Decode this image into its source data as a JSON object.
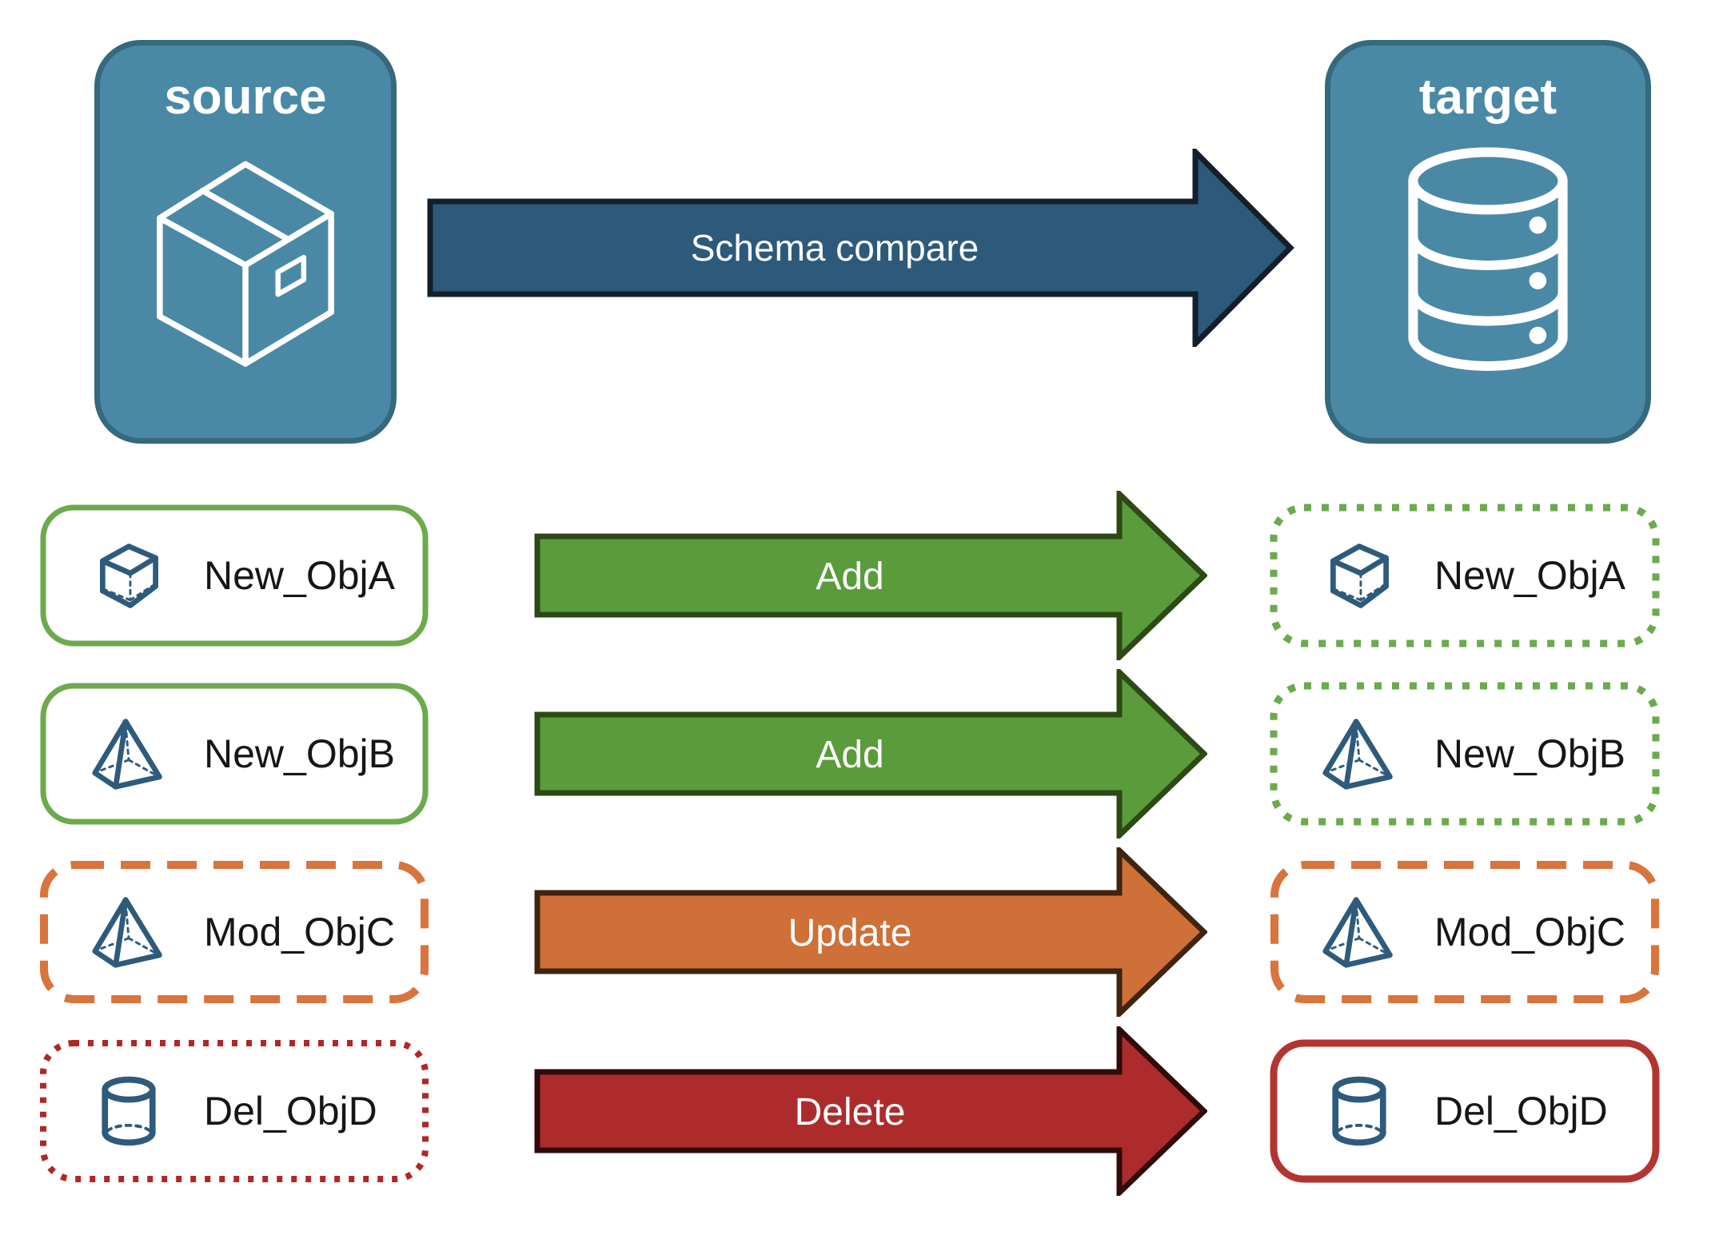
{
  "source_node": {
    "label": "source",
    "icon": "package-icon",
    "fill": "#4A89A6",
    "border": "#35697E"
  },
  "target_node": {
    "label": "target",
    "icon": "database-icon",
    "fill": "#4A89A6",
    "border": "#35697E"
  },
  "compare_arrow": {
    "label": "Schema compare",
    "fill": "#2D5A7A",
    "stroke": "#131F2B"
  },
  "icon_color": "#2E5B7C",
  "rows": [
    {
      "object": "New_ObjA",
      "icon": "cube-icon",
      "source_box": {
        "border_style": "solid",
        "stroke": "#6BAA4D",
        "stroke_width": "7",
        "dasharray": "none"
      },
      "arrow": {
        "label": "Add",
        "fill": "#5A9B3C",
        "stroke": "#2C4916"
      },
      "target_box": {
        "border_style": "dotted",
        "stroke": "#6BAA4D",
        "stroke_width": "9",
        "dasharray": "9 13"
      }
    },
    {
      "object": "New_ObjB",
      "icon": "pyramid-icon",
      "source_box": {
        "border_style": "solid",
        "stroke": "#6BAA4D",
        "stroke_width": "7",
        "dasharray": "none"
      },
      "arrow": {
        "label": "Add",
        "fill": "#5A9B3C",
        "stroke": "#2C4916"
      },
      "target_box": {
        "border_style": "dotted",
        "stroke": "#6BAA4D",
        "stroke_width": "9",
        "dasharray": "9 13"
      }
    },
    {
      "object": "Mod_ObjC",
      "icon": "pyramid-icon",
      "source_box": {
        "border_style": "dashed",
        "stroke": "#D9743C",
        "stroke_width": "10",
        "dasharray": "37 21"
      },
      "arrow": {
        "label": "Update",
        "fill": "#CE7038",
        "stroke": "#3F2410"
      },
      "target_box": {
        "border_style": "dashed",
        "stroke": "#D9743C",
        "stroke_width": "10",
        "dasharray": "37 21"
      }
    },
    {
      "object": "Del_ObjD",
      "icon": "cylinder-icon",
      "source_box": {
        "border_style": "dotted",
        "stroke": "#B12727",
        "stroke_width": "8",
        "dasharray": "7 11"
      },
      "arrow": {
        "label": "Delete",
        "fill": "#AE2B2B",
        "stroke": "#2F0B0B"
      },
      "target_box": {
        "border_style": "solid",
        "stroke": "#B43431",
        "stroke_width": "9",
        "dasharray": "none"
      }
    }
  ]
}
